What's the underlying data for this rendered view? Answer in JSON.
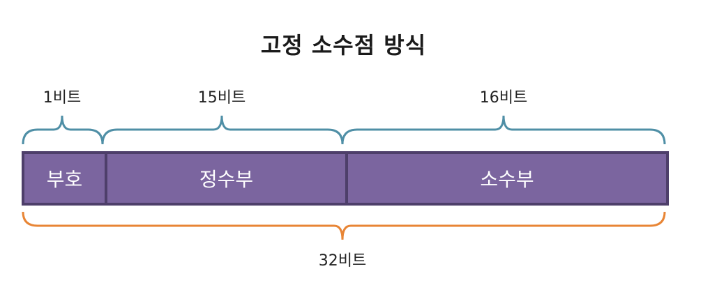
{
  "title": "고정 소수점 방식",
  "fields": [
    {
      "name": "부호",
      "bits_label": "1비트",
      "bits": 1
    },
    {
      "name": "정수부",
      "bits_label": "15비트",
      "bits": 15
    },
    {
      "name": "소수부",
      "bits_label": "16비트",
      "bits": 16
    }
  ],
  "total": {
    "bits_label": "32비트",
    "bits": 32
  },
  "colors": {
    "field_fill": "#7b659f",
    "field_border": "#4e3f6a",
    "top_brace": "#4f8fa6",
    "bottom_brace": "#e88535",
    "field_text": "#ffffff"
  }
}
